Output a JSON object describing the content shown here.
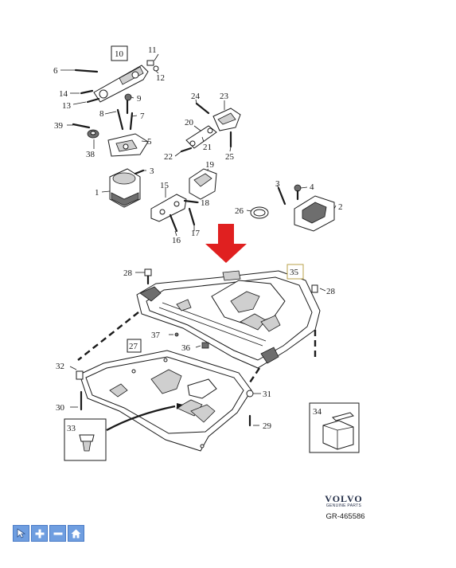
{
  "callouts": {
    "c1": "1",
    "c2": "2",
    "c3a": "3",
    "c3b": "3",
    "c4": "4",
    "c5": "5",
    "c6": "6",
    "c7": "7",
    "c8": "8",
    "c9": "9",
    "c10": "10",
    "c11": "11",
    "c12": "12",
    "c13": "13",
    "c14": "14",
    "c15": "15",
    "c16": "16",
    "c17": "17",
    "c18": "18",
    "c19": "19",
    "c20": "20",
    "c21": "21",
    "c22": "22",
    "c23": "23",
    "c24": "24",
    "c25": "25",
    "c26": "26",
    "c27": "27",
    "c28a": "28",
    "c28b": "28",
    "c29": "29",
    "c30": "30",
    "c31": "31",
    "c32": "32",
    "c33": "33",
    "c34": "34",
    "c35": "35",
    "c36": "36",
    "c37": "37",
    "c38": "38",
    "c39": "39"
  },
  "logo": {
    "word": "VOLVO",
    "subtitle": "GENUINE PARTS"
  },
  "reference": "GR-465586",
  "colors": {
    "arrow": "#e02020",
    "toolbar": "#6f9ee0",
    "logo": "#1f2a44"
  },
  "toolbar": {
    "buttons": [
      {
        "name": "pointer-icon"
      },
      {
        "name": "zoom-in-icon"
      },
      {
        "name": "zoom-out-icon"
      },
      {
        "name": "home-icon"
      }
    ]
  }
}
